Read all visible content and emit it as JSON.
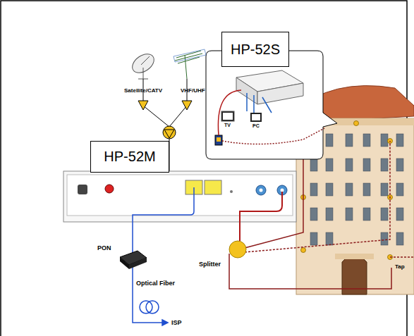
{
  "diagram": {
    "nodes": [
      {
        "text": [
          "HP-52S"
        ]
      },
      {
        "text": [
          "HP-52M"
        ]
      }
    ],
    "labels": [
      "Satellite/CATV",
      "VHF/UHF",
      "TV",
      "PC",
      "PON",
      "Optical Fiber",
      "ISP",
      "Splitter",
      "Tap"
    ]
  }
}
